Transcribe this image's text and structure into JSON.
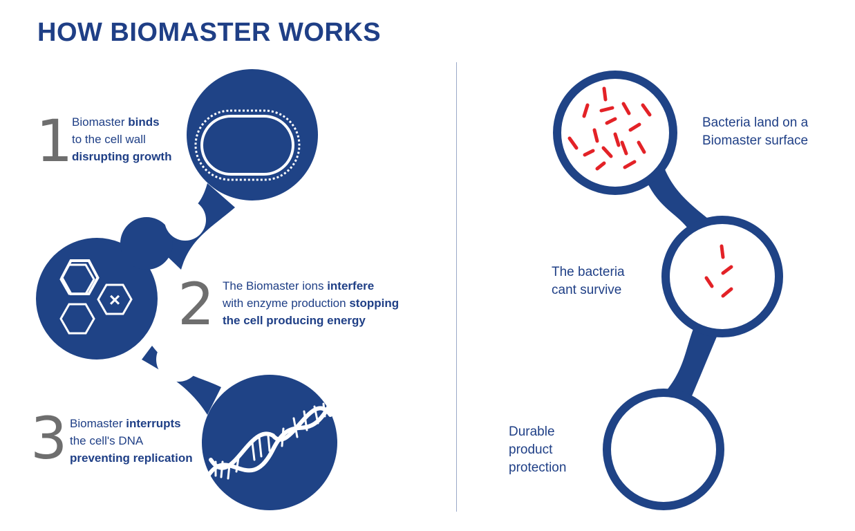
{
  "title": "HOW BIOMASTER WORKS",
  "colors": {
    "navy": "#1f4386",
    "red": "#e32227",
    "gray_number": "#6e6e6e"
  },
  "steps": [
    {
      "number": "1",
      "line1_a": "Biomaster ",
      "line1_b": "binds",
      "line2": "to the cell wall",
      "line3": "disrupting growth",
      "icon": "bacterium-cell-icon"
    },
    {
      "number": "2",
      "line1_a": "The Biomaster ions ",
      "line1_b": "interfere",
      "line2_a": "with enzyme production ",
      "line2_b": "stopping",
      "line3": "the cell producing energy",
      "icon": "blocked-molecule-icon"
    },
    {
      "number": "3",
      "line1_a": "Biomaster ",
      "line1_b": "interrupts",
      "line2": "the cell's DNA",
      "line3": "preventing replication",
      "icon": "dna-helix-icon"
    }
  ],
  "stages": [
    {
      "line1": "Bacteria land on a",
      "line2": "Biomaster surface"
    },
    {
      "line1": "The bacteria",
      "line2": "cant survive"
    },
    {
      "line1": "Durable",
      "line2": "product",
      "line3": "protection"
    }
  ]
}
